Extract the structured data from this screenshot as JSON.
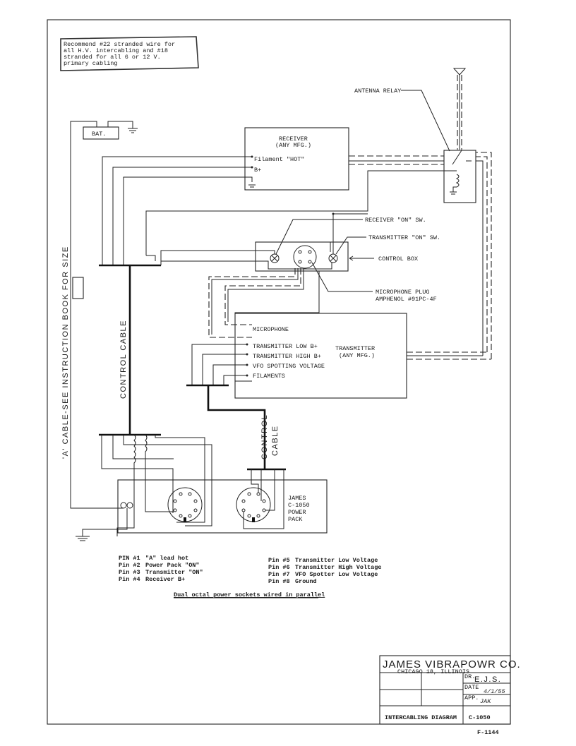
{
  "note": {
    "lines": [
      "Recommend #22 stranded wire for",
      "all H.V. intercabling and #18",
      "stranded for all 6 or 12 V.",
      "primary cabling"
    ]
  },
  "components": {
    "battery": "BAT.",
    "receiver": {
      "title": "RECEIVER",
      "subtitle": "(ANY MFG.)",
      "terminals": [
        "Filament \"HOT\"",
        "B+"
      ]
    },
    "transmitter": {
      "title": "TRANSMITTER",
      "subtitle": "(ANY MFG.)",
      "terminals": [
        "MICROPHONE",
        "TRANSMITTER LOW B+",
        "TRANSMITTER HIGH B+",
        "VFO SPOTTING VOLTAGE",
        "FILAMENTS"
      ]
    },
    "power_pack": [
      "JAMES",
      "C-1050",
      "POWER",
      "PACK"
    ]
  },
  "callouts": {
    "antenna_relay": "ANTENNA RELAY",
    "receiver_sw": "RECEIVER \"ON\" SW.",
    "transmitter_sw": "TRANSMITTER \"ON\" SW.",
    "control_box": "CONTROL BOX",
    "mic_plug_1": "MICROPHONE PLUG",
    "mic_plug_2": "AMPHENOL #91PC-4F"
  },
  "cable_labels": {
    "a_cable": "'A' CABLE-SEE INSTRUCTION BOOK FOR SIZE",
    "control_cable_1": "CONTROL CABLE",
    "control_cable_2a": "CONTROL",
    "control_cable_2b": "CABLE"
  },
  "pin_legend": {
    "left": [
      {
        "pin": "PIN #1",
        "desc": "\"A\" lead hot"
      },
      {
        "pin": "Pin #2",
        "desc": "Power Pack \"ON\""
      },
      {
        "pin": "Pin #3",
        "desc": "Transmitter \"ON\""
      },
      {
        "pin": "Pin #4",
        "desc": "Receiver B+"
      }
    ],
    "right": [
      {
        "pin": "Pin #5",
        "desc": "Transmitter Low Voltage"
      },
      {
        "pin": "Pin #6",
        "desc": "Transmitter High Voltage"
      },
      {
        "pin": "Pin #7",
        "desc": "VFO Spotter Low Voltage"
      },
      {
        "pin": "Pin #8",
        "desc": "Ground"
      }
    ],
    "caption": "Dual octal power sockets wired in parallel"
  },
  "title_block": {
    "company": "JAMES VIBRAPOWR CO.",
    "city": "CHICAGO 18, ILLINOIS",
    "drawn_label": "DR.",
    "drawn_by": "E.J.S.",
    "date_label": "DATE",
    "date": "4/1/55",
    "approved_label": "APP.",
    "approved_by": "JAK",
    "drawing_title": "INTERCABLING DIAGRAM",
    "model": "C-1050",
    "form_number": "F-1144"
  }
}
